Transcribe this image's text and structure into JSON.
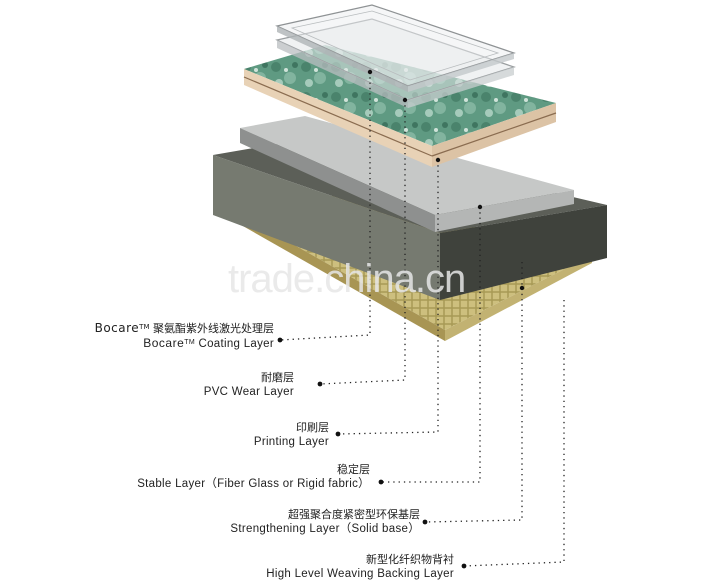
{
  "watermark": "trade.china.cn",
  "labels": [
    {
      "brand": "Bocare",
      "tm": "TM",
      "cn": "聚氨酯紫外线激光处理层",
      "en": "Coating Layer"
    },
    {
      "cn": "耐磨层",
      "en": "PVC Wear Layer"
    },
    {
      "cn": "印刷层",
      "en": "Printing Layer"
    },
    {
      "cn": "稳定层",
      "en": "Stable Layer（Fiber Glass or Rigid fabric）"
    },
    {
      "cn": "超强聚合度紧密型环保基层",
      "en": "Strengthening Layer（Solid base）"
    },
    {
      "cn": "新型化纤织物背衬",
      "en": "High Level Weaving Backing Layer"
    }
  ]
}
